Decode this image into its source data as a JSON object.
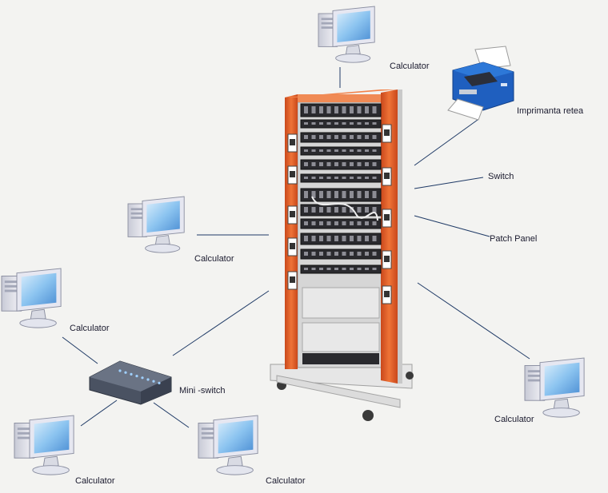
{
  "diagram": {
    "nodes": [
      {
        "id": "pc_top",
        "type": "computer",
        "label": "Calculator"
      },
      {
        "id": "printer",
        "type": "printer",
        "label": "Imprimanta retea"
      },
      {
        "id": "pc_left",
        "type": "computer",
        "label": "Calculator"
      },
      {
        "id": "pc_far_left",
        "type": "computer",
        "label": "Calculator"
      },
      {
        "id": "pc_right",
        "type": "computer",
        "label": "Calculator"
      },
      {
        "id": "pc_bottom_left",
        "type": "computer",
        "label": "Calculator"
      },
      {
        "id": "pc_bottom_mid",
        "type": "computer",
        "label": "Calculator"
      },
      {
        "id": "mini_switch",
        "type": "switch",
        "label": "Mini -switch"
      },
      {
        "id": "rack",
        "type": "rack",
        "label": ""
      }
    ],
    "rack_parts": [
      {
        "id": "switch",
        "label": "Switch"
      },
      {
        "id": "patch_panel",
        "label": "Patch Panel"
      }
    ],
    "connections": [
      {
        "from": "pc_top",
        "to": "rack"
      },
      {
        "from": "printer",
        "to": "rack"
      },
      {
        "from": "pc_left",
        "to": "rack"
      },
      {
        "from": "pc_right",
        "to": "rack"
      },
      {
        "from": "mini_switch",
        "to": "rack"
      },
      {
        "from": "pc_far_left",
        "to": "mini_switch"
      },
      {
        "from": "pc_bottom_left",
        "to": "mini_switch"
      },
      {
        "from": "pc_bottom_mid",
        "to": "mini_switch"
      }
    ],
    "colors": {
      "line": "#1f3a66",
      "rack_frame": "#e0602a",
      "rack_dark": "#2a2a2e",
      "screen": "#7ab8ec",
      "monitor_body": "#e9eaf2",
      "printer_blue": "#1f5fbf",
      "label": "#1a1a2e"
    }
  }
}
